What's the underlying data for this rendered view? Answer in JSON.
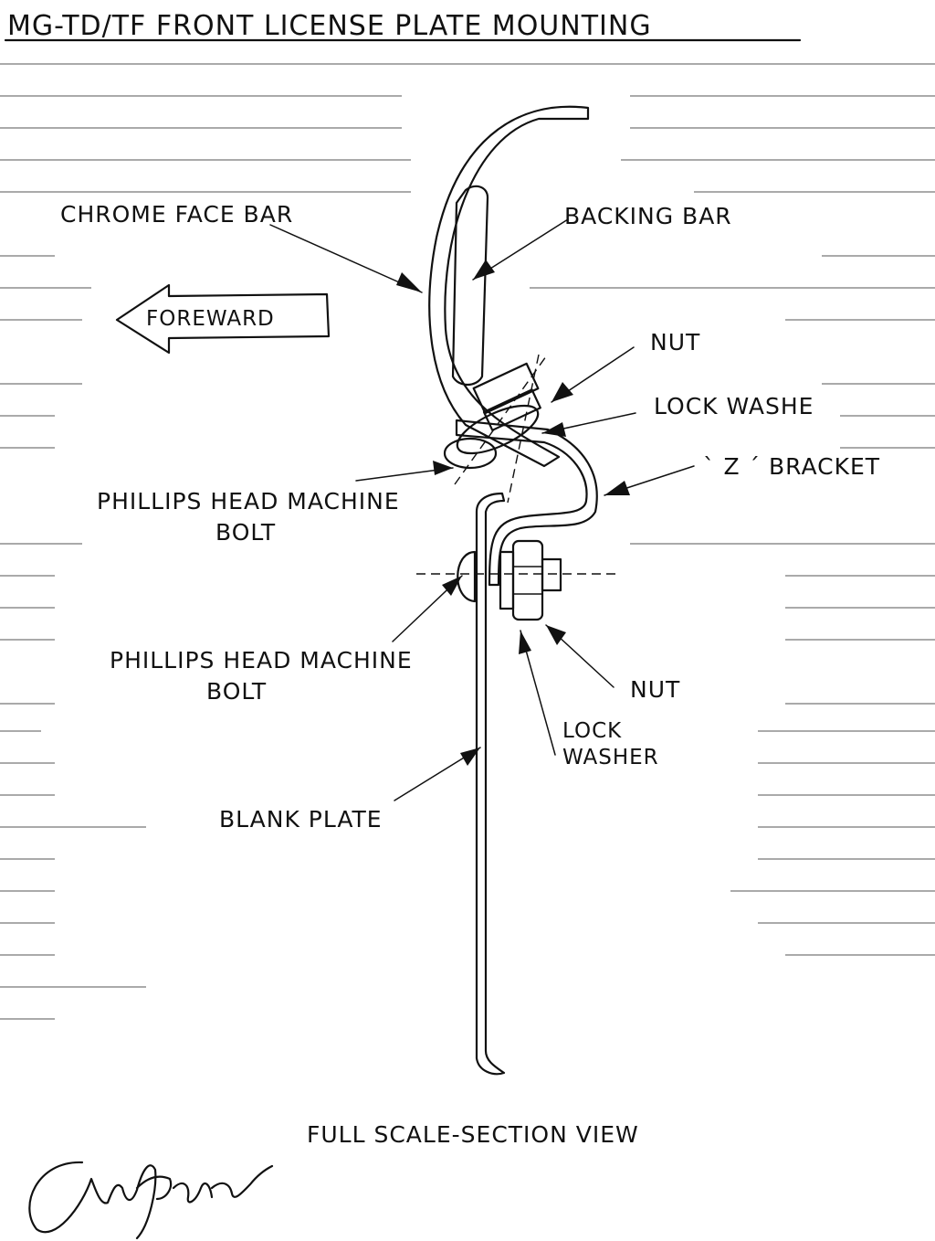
{
  "title": "MG-TD/TF FRONT LICENSE PLATE MOUNTING",
  "direction": "FOREWARD",
  "caption": "FULL SCALE-SECTION VIEW",
  "signature": "Paul Busby",
  "labels": {
    "chrome_face_bar": "CHROME FACE BAR",
    "backing_bar": "BACKING BAR",
    "nut_top": "NUT",
    "lock_washer_top": "LOCK WASHE",
    "z_bracket": "` Z ´ BRACKET",
    "phillips_bolt_top_line1": "PHILLIPS HEAD MACHINE",
    "phillips_bolt_top_line2": "BOLT",
    "phillips_bolt_bottom_line1": "PHILLIPS HEAD MACHINE",
    "phillips_bolt_bottom_line2": "BOLT",
    "nut_bottom": "NUT",
    "lock_washer_bottom_line1": "LOCK",
    "lock_washer_bottom_line2": "WASHER",
    "blank_plate": "BLANK PLATE"
  }
}
